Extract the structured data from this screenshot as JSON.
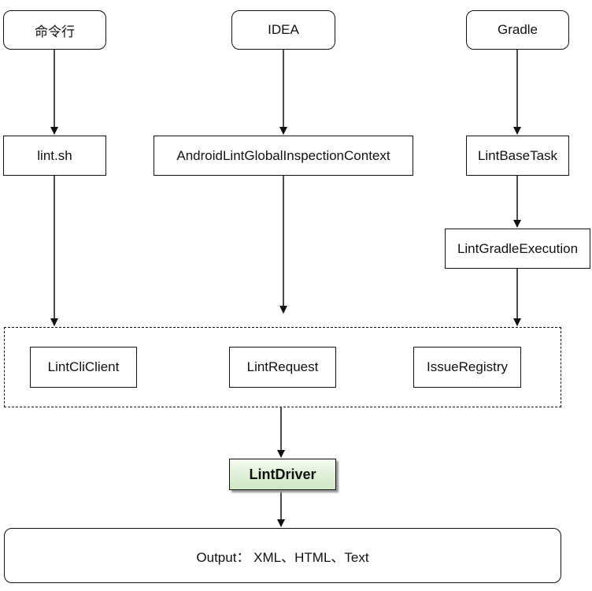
{
  "sources": {
    "cmdline": "命令行",
    "idea": "IDEA",
    "gradle": "Gradle"
  },
  "entry": {
    "lint_sh": "lint.sh",
    "idea_context": "AndroidLintGlobalInspectionContext",
    "lint_base_task": "LintBaseTask",
    "lint_gradle_execution": "LintGradleExecution"
  },
  "core_group": {
    "cli_client": "LintCliClient",
    "request": "LintRequest",
    "issue_registry": "IssueRegistry"
  },
  "driver": "LintDriver",
  "output": "Output：  XML、HTML、Text",
  "colors": {
    "stroke": "#111111",
    "driver_fill_top": "#f4faf0",
    "driver_fill_bottom": "#cfe7c4"
  }
}
